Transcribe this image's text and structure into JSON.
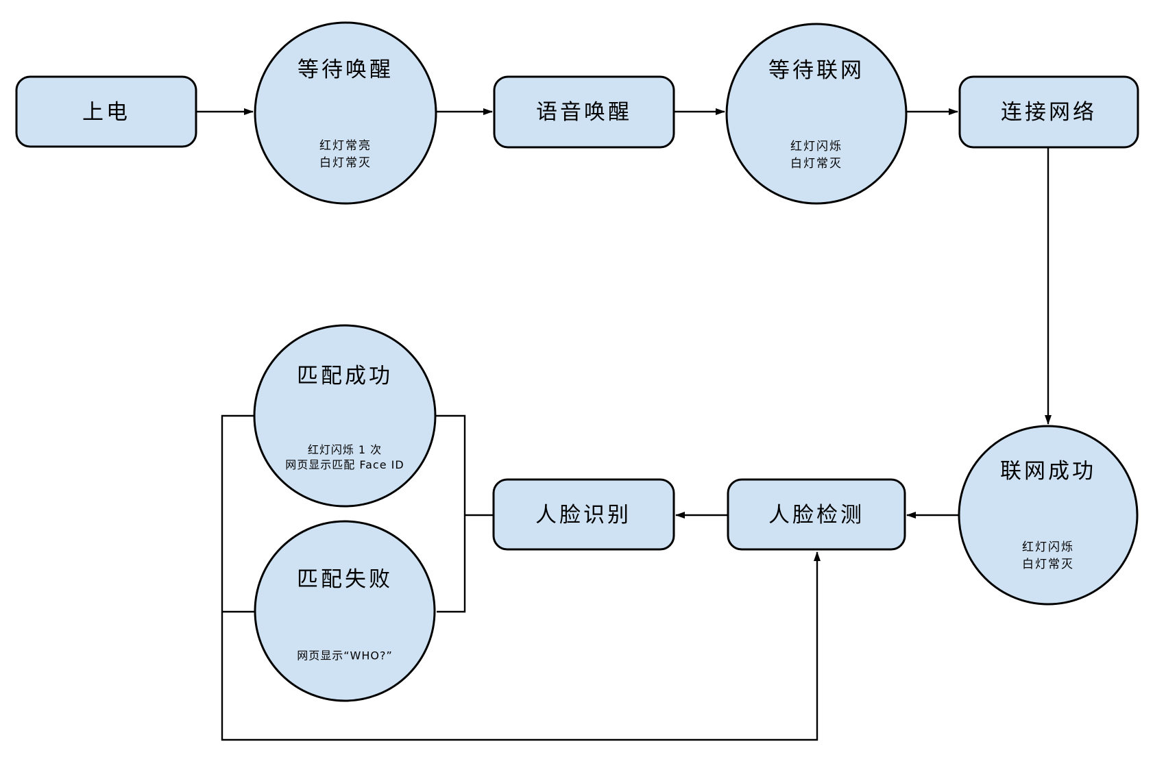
{
  "diagram": {
    "colors": {
      "background": "#ffffff",
      "node_fill": "#cfe2f3",
      "node_stroke": "#000000",
      "connector": "#000000",
      "text": "#000000"
    },
    "nodes": {
      "power_on": {
        "label": "上电"
      },
      "wait_wake": {
        "label": "等待唤醒",
        "status": [
          "红灯常亮",
          "白灯常灭"
        ]
      },
      "voice_wake": {
        "label": "语音唤醒"
      },
      "wait_network": {
        "label": "等待联网",
        "status": [
          "红灯闪烁",
          "白灯常灭"
        ]
      },
      "connect_network": {
        "label": "连接网络"
      },
      "network_success": {
        "label": "联网成功",
        "status": [
          "红灯闪烁",
          "白灯常灭"
        ]
      },
      "face_detect": {
        "label": "人脸检测"
      },
      "face_recognize": {
        "label": "人脸识别"
      },
      "match_success": {
        "label": "匹配成功",
        "status": [
          "红灯闪烁 1 次",
          "网页显示匹配 Face ID"
        ]
      },
      "match_fail": {
        "label": "匹配失败",
        "status": [
          "网页显示“WHO?”"
        ]
      }
    }
  }
}
